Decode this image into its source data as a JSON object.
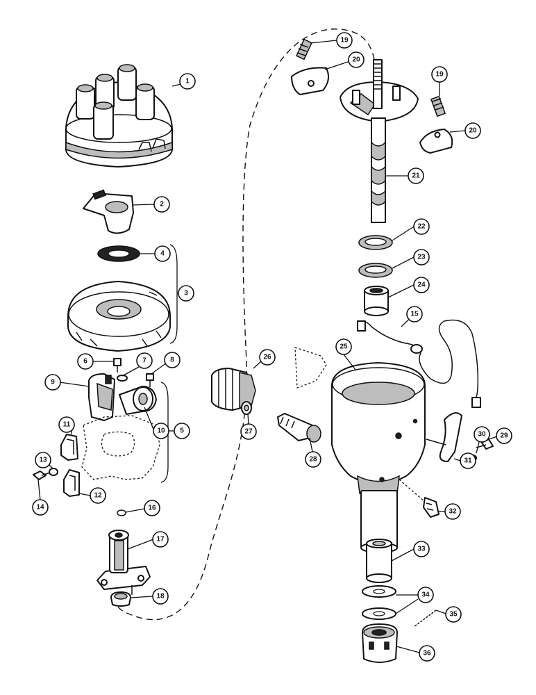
{
  "callouts": [
    "1",
    "2",
    "3",
    "4",
    "5",
    "6",
    "7",
    "8",
    "9",
    "10",
    "11",
    "12",
    "13",
    "14",
    "15",
    "16",
    "17",
    "18",
    "19",
    "19",
    "20",
    "20",
    "21",
    "22",
    "23",
    "24",
    "25",
    "26",
    "27",
    "28",
    "29",
    "30",
    "31",
    "32",
    "33",
    "34",
    "35",
    "36"
  ]
}
